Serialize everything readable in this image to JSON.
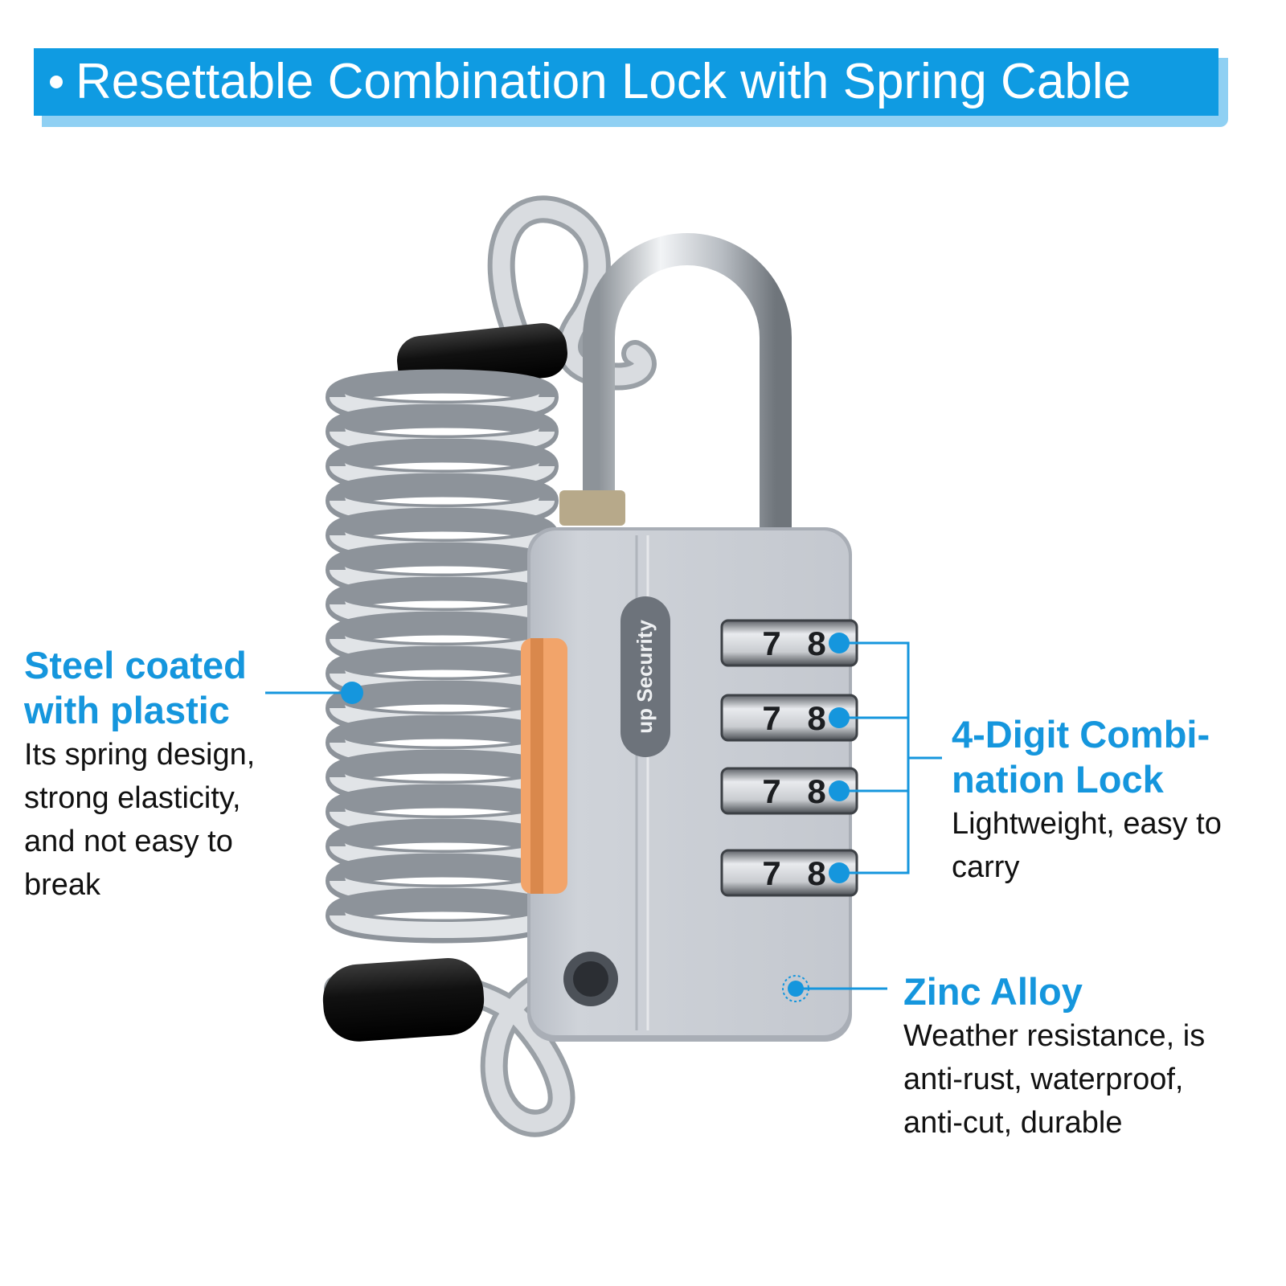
{
  "banner": {
    "title": "Resettable Combination Lock with Spring Cable",
    "color": "#0f9be2"
  },
  "product": {
    "brand_label": "up Security",
    "dial_digits": [
      "7",
      "8"
    ],
    "dial_count": 4
  },
  "callouts": [
    {
      "heading_lines": [
        "Steel coated",
        "with plastic"
      ],
      "body_lines": [
        "Its spring design,",
        "strong elasticity,",
        "and not easy to",
        "break"
      ]
    },
    {
      "heading_lines": [
        "4-Digit Combi-",
        "nation Lock"
      ],
      "body_lines": [
        "Lightweight, easy to",
        "carry"
      ]
    },
    {
      "heading_lines": [
        "Zinc Alloy"
      ],
      "body_lines": [
        "Weather resistance, is",
        "anti-rust, waterproof,",
        "anti-cut, durable"
      ]
    }
  ],
  "colors": {
    "accent": "#1596dd",
    "lock_body": "#c8ccd3",
    "accent_stripe": "#f2a46a",
    "cable": "#c9ccd1",
    "cap": "#1a1a1a"
  }
}
